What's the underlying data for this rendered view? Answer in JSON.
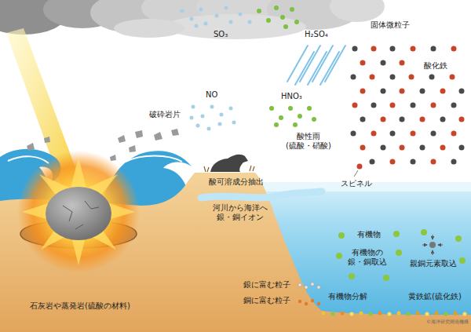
{
  "diagram": {
    "labels": [
      "SO₃",
      "H₂SO₄",
      "固体微粒子",
      "酸化鉄",
      "NO",
      "HNO₃",
      "破砕岩片",
      "酸性雨 (硫酸・硝酸)",
      "スピネル",
      "酸可溶成分抽出",
      "河川から海洋へ 銀・銅イオン",
      "有機物",
      "有機物の 銀・銅取込",
      "親銅元素取込",
      "石灰岩や蒸発岩(硫酸の材料)",
      "銀に富む粒子",
      "銅に富む粒子",
      "有機物分解",
      "黄鉄鉱(硫化鉄)",
      "©海洋研究開発機構"
    ]
  }
}
